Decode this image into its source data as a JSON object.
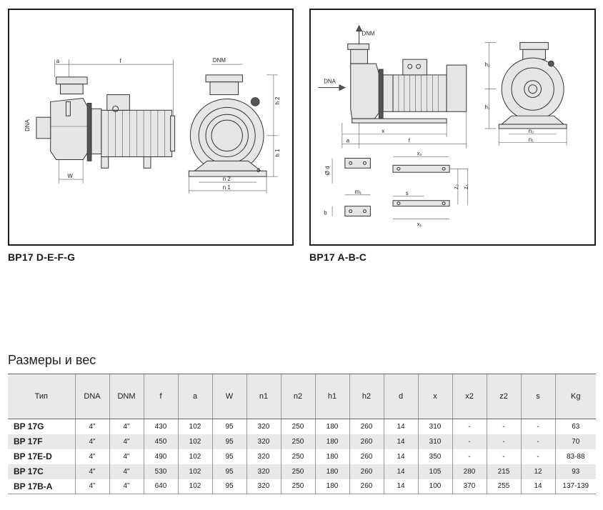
{
  "figures": {
    "left": {
      "caption": "BP17 D-E-F-G",
      "labels": {
        "a": "a",
        "f": "f",
        "dna": "DNA",
        "dnm": "DNM",
        "h2": "h 2",
        "h1": "h 1",
        "w": "W",
        "d": "d",
        "n2": "n 2",
        "n1": "n 1"
      }
    },
    "right": {
      "caption": "BP17 A-B-C",
      "labels": {
        "dnm": "DNM",
        "dna": "DNA",
        "a": "a",
        "x": "x",
        "f": "f",
        "h2": "h₂",
        "h1": "h₁",
        "n2": "n₂",
        "n1": "n₁",
        "x2": "x₂",
        "z2": "z₂",
        "z1": "z₁",
        "m1": "m₁",
        "s": "s",
        "x1": "x₁",
        "b": "b",
        "c1": "Ø d"
      }
    }
  },
  "section_title": "Размеры и вес",
  "table": {
    "headers": [
      "Тип",
      "DNA",
      "DNM",
      "f",
      "a",
      "W",
      "n1",
      "n2",
      "h1",
      "h2",
      "d",
      "x",
      "x2",
      "z2",
      "s",
      "Kg"
    ],
    "rows": [
      [
        "BP 17G",
        "4\"",
        "4\"",
        "430",
        "102",
        "95",
        "320",
        "250",
        "180",
        "260",
        "14",
        "310",
        "-",
        "-",
        "-",
        "63"
      ],
      [
        "BP 17F",
        "4\"",
        "4\"",
        "450",
        "102",
        "95",
        "320",
        "250",
        "180",
        "260",
        "14",
        "310",
        "-",
        "-",
        "-",
        "70"
      ],
      [
        "BP 17E-D",
        "4\"",
        "4\"",
        "490",
        "102",
        "95",
        "320",
        "250",
        "180",
        "260",
        "14",
        "350",
        "-",
        "-",
        "-",
        "83-88"
      ],
      [
        "BP 17C",
        "4\"",
        "4\"",
        "530",
        "102",
        "95",
        "320",
        "250",
        "180",
        "260",
        "14",
        "105",
        "280",
        "215",
        "12",
        "93"
      ],
      [
        "BP 17B-A",
        "4\"",
        "4\"",
        "640",
        "102",
        "95",
        "320",
        "250",
        "180",
        "260",
        "14",
        "100",
        "370",
        "255",
        "14",
        "137-139"
      ]
    ]
  }
}
